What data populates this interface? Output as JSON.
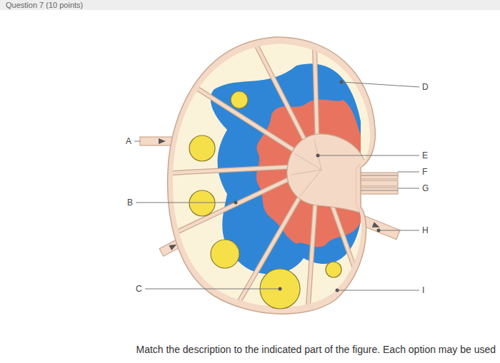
{
  "diagram": {
    "title": "Question 7 (10 points)",
    "caption": "Match the description to the indicated part of the figure. Each option may be used",
    "labels": [
      "A",
      "B",
      "C",
      "D",
      "E",
      "F",
      "G",
      "H",
      "I"
    ]
  }
}
